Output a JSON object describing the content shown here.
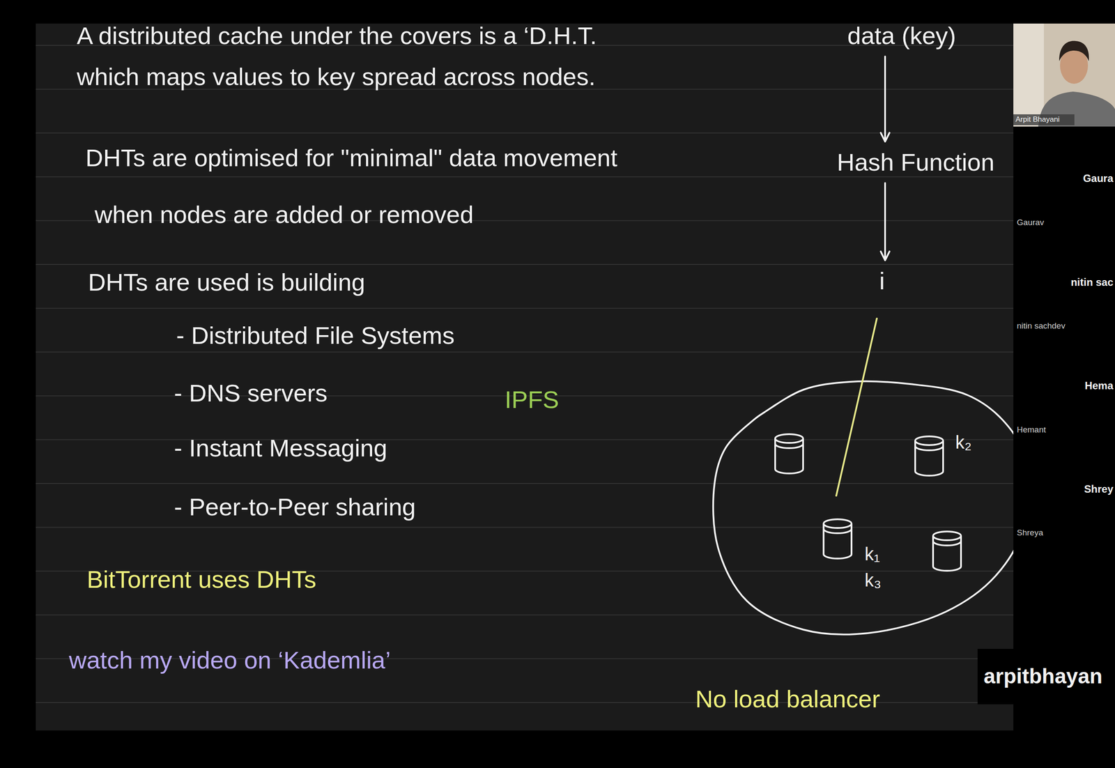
{
  "diagram": {
    "nodes": [
      {
        "text": [
          "data (key)"
        ]
      },
      {
        "text": [
          "Hash Function"
        ]
      },
      {
        "text": [
          "i"
        ]
      }
    ],
    "edges": [
      {
        "from": 0,
        "to": 1,
        "arrow": "to"
      },
      {
        "from": 1,
        "to": 2,
        "arrow": "to"
      }
    ],
    "labels": [
      "A distributed cache under the covers is a ‘D.H.T.",
      "which maps values to key spread across nodes.",
      "DHTs are optimised for \"minimal\" data movement",
      "when nodes are added or removed",
      "DHTs are used is building",
      "- Distributed File Systems",
      "- DNS servers",
      "IPFS",
      "- Instant Messaging",
      "- Peer-to-Peer sharing",
      "BitTorrent uses DHTs",
      "watch my video on ‘Kademlia’",
      "k₂",
      "k₁",
      "k₃",
      "No load balancer",
      "Arpit Bhayani",
      "Gaura",
      "Gaurav",
      "nitin sac",
      "nitin sachdev",
      "Hema",
      "Hemant",
      "Shrey",
      "Shreya",
      "arpitbhayan"
    ]
  }
}
